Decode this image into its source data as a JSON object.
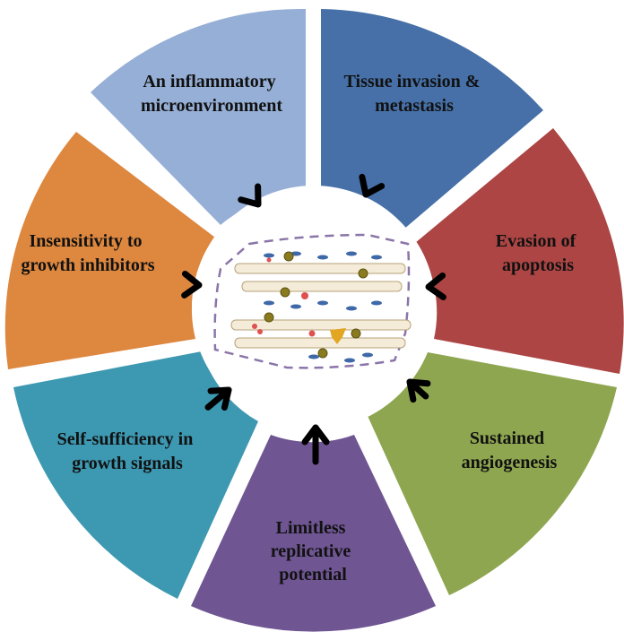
{
  "segments": [
    {
      "key": "inflammatory",
      "lines": [
        "An inflammatory",
        "microenvironment"
      ],
      "color": "#96afd6"
    },
    {
      "key": "invasion",
      "lines": [
        "Tissue invasion &",
        "metastasis"
      ],
      "color": "#4670a7"
    },
    {
      "key": "apoptosis",
      "lines": [
        "Evasion of",
        "apoptosis"
      ],
      "color": "#ac4544"
    },
    {
      "key": "angiogenesis",
      "lines": [
        "Sustained",
        "angiogenesis"
      ],
      "color": "#8ea650"
    },
    {
      "key": "replicative",
      "lines": [
        "Limitless",
        "replicative",
        "potential"
      ],
      "color": "#6f5592"
    },
    {
      "key": "self-sufficiency",
      "lines": [
        "Self-sufficiency in",
        "growth signals"
      ],
      "color": "#3d98b1"
    },
    {
      "key": "insensitivity",
      "lines": [
        "Insensitivity to",
        "growth inhibitors"
      ],
      "color": "#dd873f"
    }
  ]
}
